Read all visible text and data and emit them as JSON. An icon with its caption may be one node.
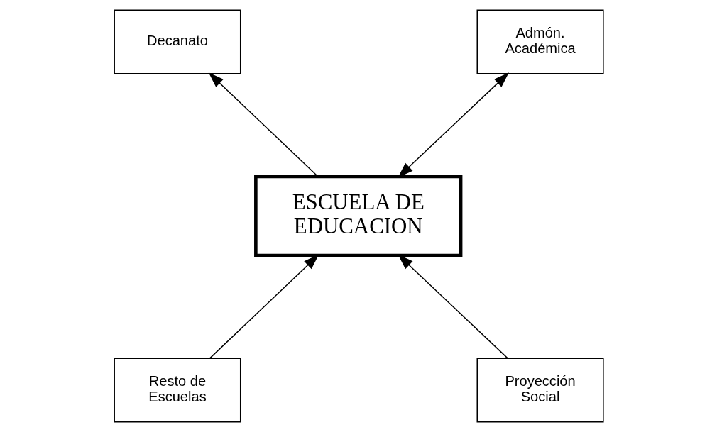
{
  "diagram": {
    "nodes": [
      {
        "text": [
          "Decanato"
        ]
      },
      {
        "text": [
          "Admón. Académica"
        ]
      },
      {
        "text": [
          "ESCUELA DE EDUCACION"
        ]
      },
      {
        "text": [
          "Resto de Escuelas"
        ]
      },
      {
        "text": [
          "Proyección Social"
        ]
      }
    ],
    "edges": [
      {
        "from": 2,
        "to": 0,
        "arrow": "to"
      },
      {
        "from": 2,
        "to": 1,
        "arrow": "both"
      },
      {
        "from": 3,
        "to": 2,
        "arrow": "to"
      },
      {
        "from": 4,
        "to": 2,
        "arrow": "to"
      }
    ]
  }
}
